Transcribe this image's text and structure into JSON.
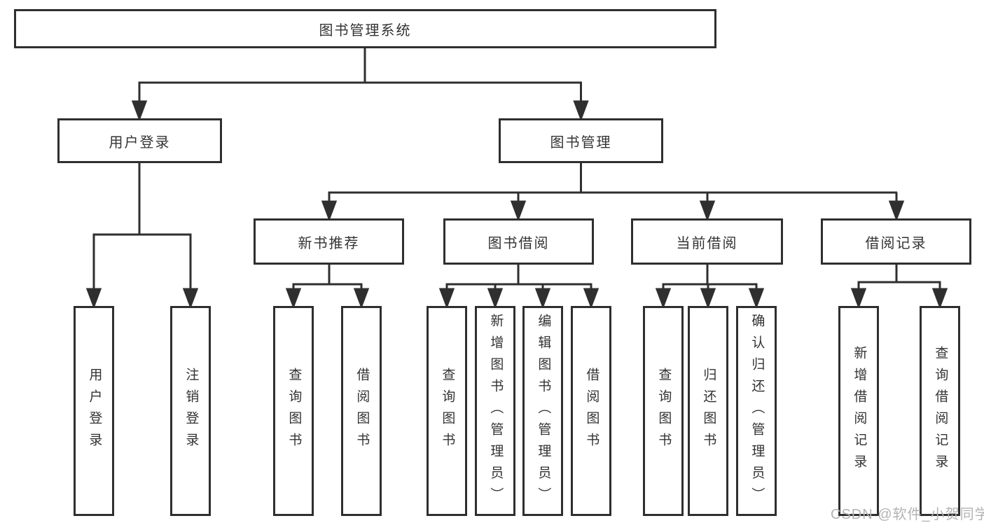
{
  "diagram": {
    "type": "hierarchy-tree",
    "root": {
      "label": "图书管理系统",
      "children": [
        {
          "label": "用户登录",
          "children": [
            {
              "label": "用户登录"
            },
            {
              "label": "注销登录"
            }
          ]
        },
        {
          "label": "图书管理",
          "children": [
            {
              "label": "新书推荐",
              "children": [
                {
                  "label": "查询图书"
                },
                {
                  "label": "借阅图书"
                }
              ]
            },
            {
              "label": "图书借阅",
              "children": [
                {
                  "label": "查询图书"
                },
                {
                  "label": "新增图书（管理员）"
                },
                {
                  "label": "编辑图书（管理员）"
                },
                {
                  "label": "借阅图书"
                }
              ]
            },
            {
              "label": "当前借阅",
              "children": [
                {
                  "label": "查询图书"
                },
                {
                  "label": "归还图书"
                },
                {
                  "label": "确认归还（管理员）"
                }
              ]
            },
            {
              "label": "借阅记录",
              "children": [
                {
                  "label": "新增借阅记录"
                },
                {
                  "label": "查询借阅记录"
                }
              ]
            }
          ]
        }
      ]
    }
  },
  "watermark": {
    "text": "CSDN @软件_小贺同学"
  },
  "colors": {
    "line": "#2f2f2f",
    "text": "#333333",
    "watermark": "#b3b3b3",
    "background": "#ffffff"
  }
}
